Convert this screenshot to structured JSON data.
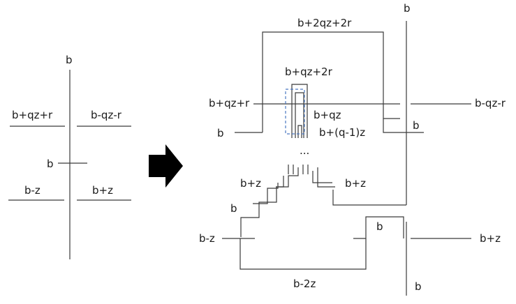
{
  "left": {
    "top": "b",
    "upper_left": "b+qz+r",
    "upper_right": "b-qz-r",
    "middle": "b",
    "lower_left": "b-z",
    "lower_right": "b+z"
  },
  "right": {
    "top_edge": "b+2qz+2r",
    "top_vertical": "b",
    "inner_top": "b+qz+2r",
    "upper_left": "b+qz+r",
    "upper_right": "b-qz-r",
    "inner_qz": "b+qz",
    "inner_q1z": "b+(q-1)z",
    "left_b": "b",
    "right_b": "b",
    "ellipsis": "...",
    "stair_left": "b+z",
    "stair_right": "b+z",
    "stair_b": "b",
    "lower_left": "b-z",
    "box_b": "b",
    "lower_right": "b+z",
    "bottom_edge": "b-2z",
    "bottom_vertical": "b"
  },
  "arrow": "right-arrow-icon",
  "colors": {
    "line": "#3a3a3a",
    "dashed_box": "#4a78c2",
    "arrow": "#000000"
  }
}
